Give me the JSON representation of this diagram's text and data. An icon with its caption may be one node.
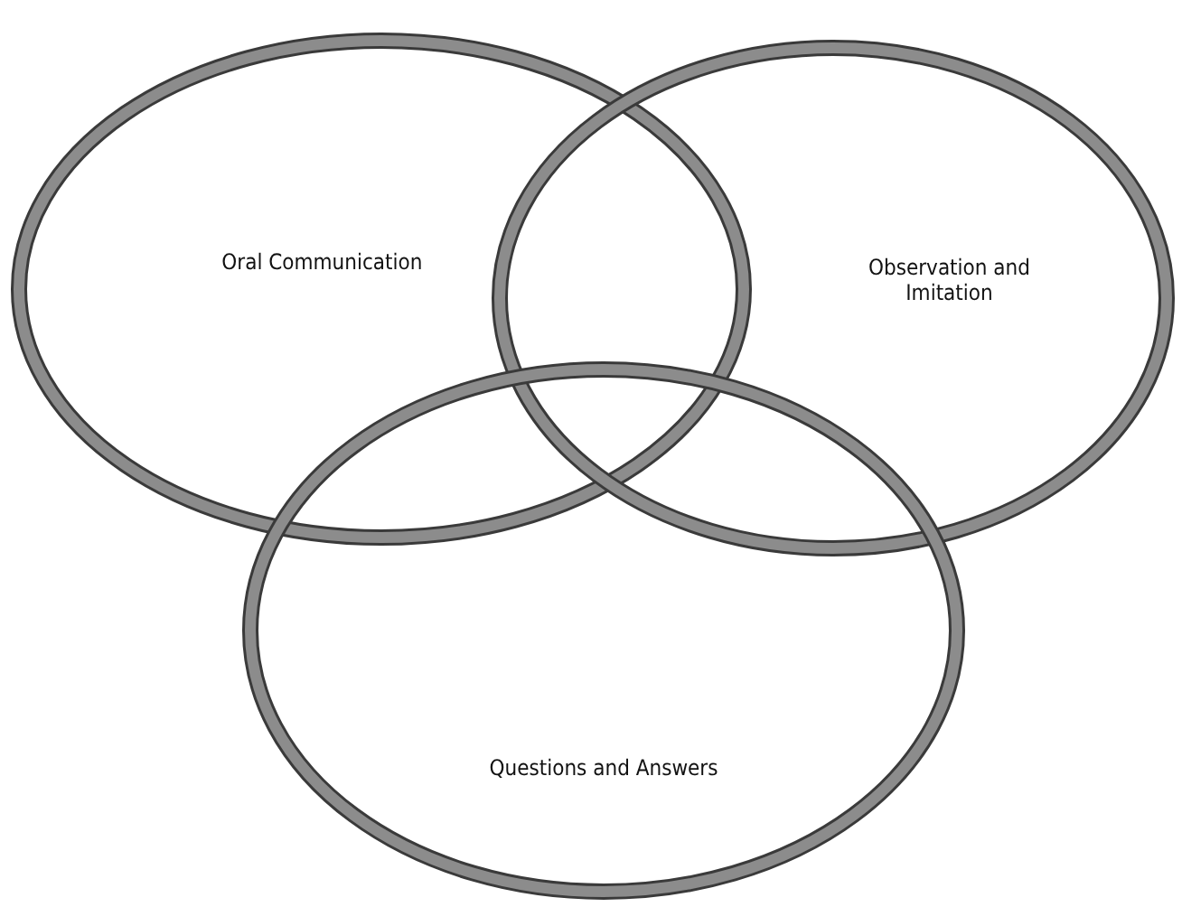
{
  "diagram": {
    "nodes": [
      {
        "text": [
          "Oral Communication"
        ]
      },
      {
        "text": [
          "Observation and Imitation"
        ]
      },
      {
        "text": [
          "Questions and Answers"
        ]
      }
    ]
  }
}
